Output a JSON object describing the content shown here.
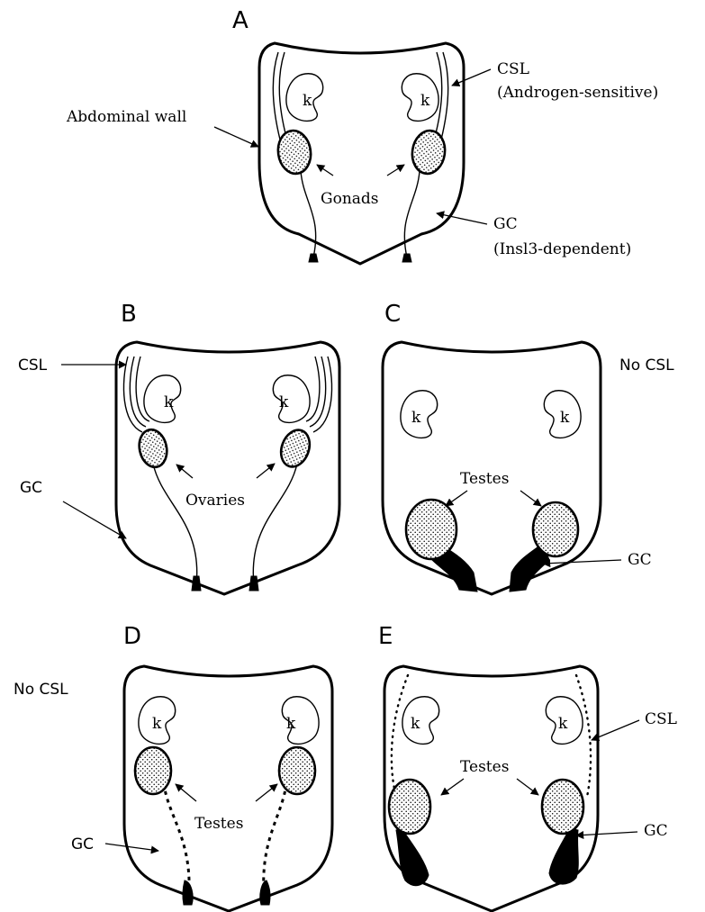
{
  "panels": {
    "A": {
      "letter": "A",
      "labels": {
        "csl": "CSL",
        "csl_note": "(Androgen-sensitive)",
        "abdominal_wall": "Abdominal wall",
        "gonads": "Gonads",
        "gc": "GC",
        "gc_note": "(Insl3-dependent)",
        "kidney_left": "k",
        "kidney_right": "k"
      }
    },
    "B": {
      "letter": "B",
      "labels": {
        "csl": "CSL",
        "gc": "GC",
        "ovaries": "Ovaries",
        "kidney_left": "k",
        "kidney_right": "k"
      }
    },
    "C": {
      "letter": "C",
      "labels": {
        "no_csl": "No CSL",
        "testes": "Testes",
        "gc": "GC",
        "kidney_left": "k",
        "kidney_right": "k"
      }
    },
    "D": {
      "letter": "D",
      "labels": {
        "no_csl": "No CSL",
        "testes": "Testes",
        "gc": "GC",
        "kidney_left": "k",
        "kidney_right": "k"
      }
    },
    "E": {
      "letter": "E",
      "labels": {
        "csl": "CSL",
        "testes": "Testes",
        "gc": "GC",
        "kidney_left": "k",
        "kidney_right": "k"
      }
    }
  }
}
